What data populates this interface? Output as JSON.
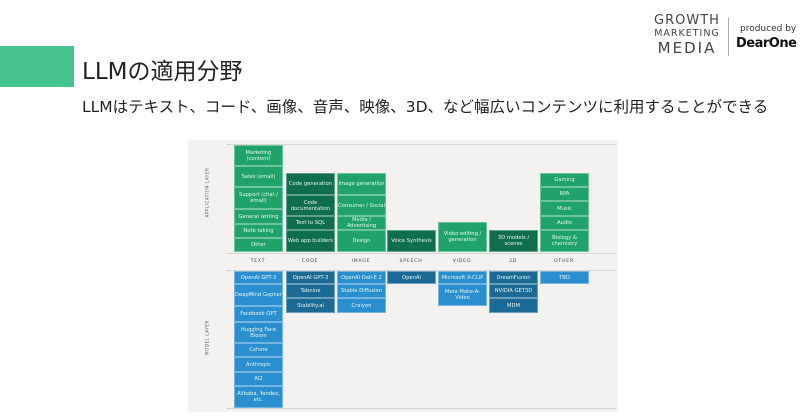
{
  "header": {
    "title": "LLMの適用分野",
    "subtitle": "LLMはテキスト、コード、画像、音声、映像、3D、など幅広いコンテンツに利用することができる",
    "accent_color": "#45c48f"
  },
  "logo": {
    "line1": "GROWTH",
    "line2": "MARKETING",
    "line3": "MEDIA",
    "produced_by": "produced by",
    "brand": "DearOne"
  },
  "diagram": {
    "application_layer_label": "APPLICATION LAYER",
    "model_layer_label": "MODEL LAYER",
    "colors": {
      "green_light": "#1fa36b",
      "green_dark": "#0f6e4d",
      "blue_light": "#2a8fcf",
      "blue_dark": "#1b6a96"
    },
    "columns": [
      {
        "label": "TEXT",
        "app_shade": "light",
        "model_shade": "light",
        "apps": [
          "Marketing (content)",
          "Sales (email)",
          "Support (chat / email)",
          "General writing",
          "Note taking",
          "Other"
        ],
        "models": [
          "OpenAI GPT-3",
          "DeepMind Gopher",
          "Facebook OPT",
          "Hugging Face Bloom",
          "Cohere",
          "Anthropic",
          "AI2",
          "Alibaba, Yandex, etc."
        ]
      },
      {
        "label": "CODE",
        "app_shade": "dark",
        "model_shade": "dark",
        "apps": [
          "Code generation",
          "Code documentation",
          "Text to SQL",
          "Web app builders"
        ],
        "models": [
          "OpenAI GPT-3",
          "Tabnine",
          "Stability.ai"
        ]
      },
      {
        "label": "IMAGE",
        "app_shade": "light",
        "model_shade": "light",
        "apps": [
          "Image generation",
          "Consumer / Social",
          "Media / Advertising",
          "Design"
        ],
        "models": [
          "OpenAI Dall-E 2",
          "Stable Diffusion",
          "Craiyon"
        ]
      },
      {
        "label": "SPEECH",
        "app_shade": "dark",
        "model_shade": "dark",
        "apps": [
          "Voice Synthesis"
        ],
        "models": [
          "OpenAI"
        ]
      },
      {
        "label": "VIDEO",
        "app_shade": "light",
        "model_shade": "light",
        "apps": [
          "Video editing / generation"
        ],
        "models": [
          "Microsoft X-CLIP",
          "Meta Make-A-Video"
        ]
      },
      {
        "label": "3D",
        "app_shade": "dark",
        "model_shade": "dark",
        "apps": [
          "3D models / scenes"
        ],
        "models": [
          "DreamFusion",
          "NVIDIA GET3D",
          "MDM"
        ]
      },
      {
        "label": "OTHER",
        "app_shade": "light",
        "model_shade": "light",
        "apps": [
          "Gaming",
          "RPA",
          "Music",
          "Audio",
          "Biology & chemistry"
        ],
        "models": [
          "TBD"
        ]
      }
    ]
  }
}
